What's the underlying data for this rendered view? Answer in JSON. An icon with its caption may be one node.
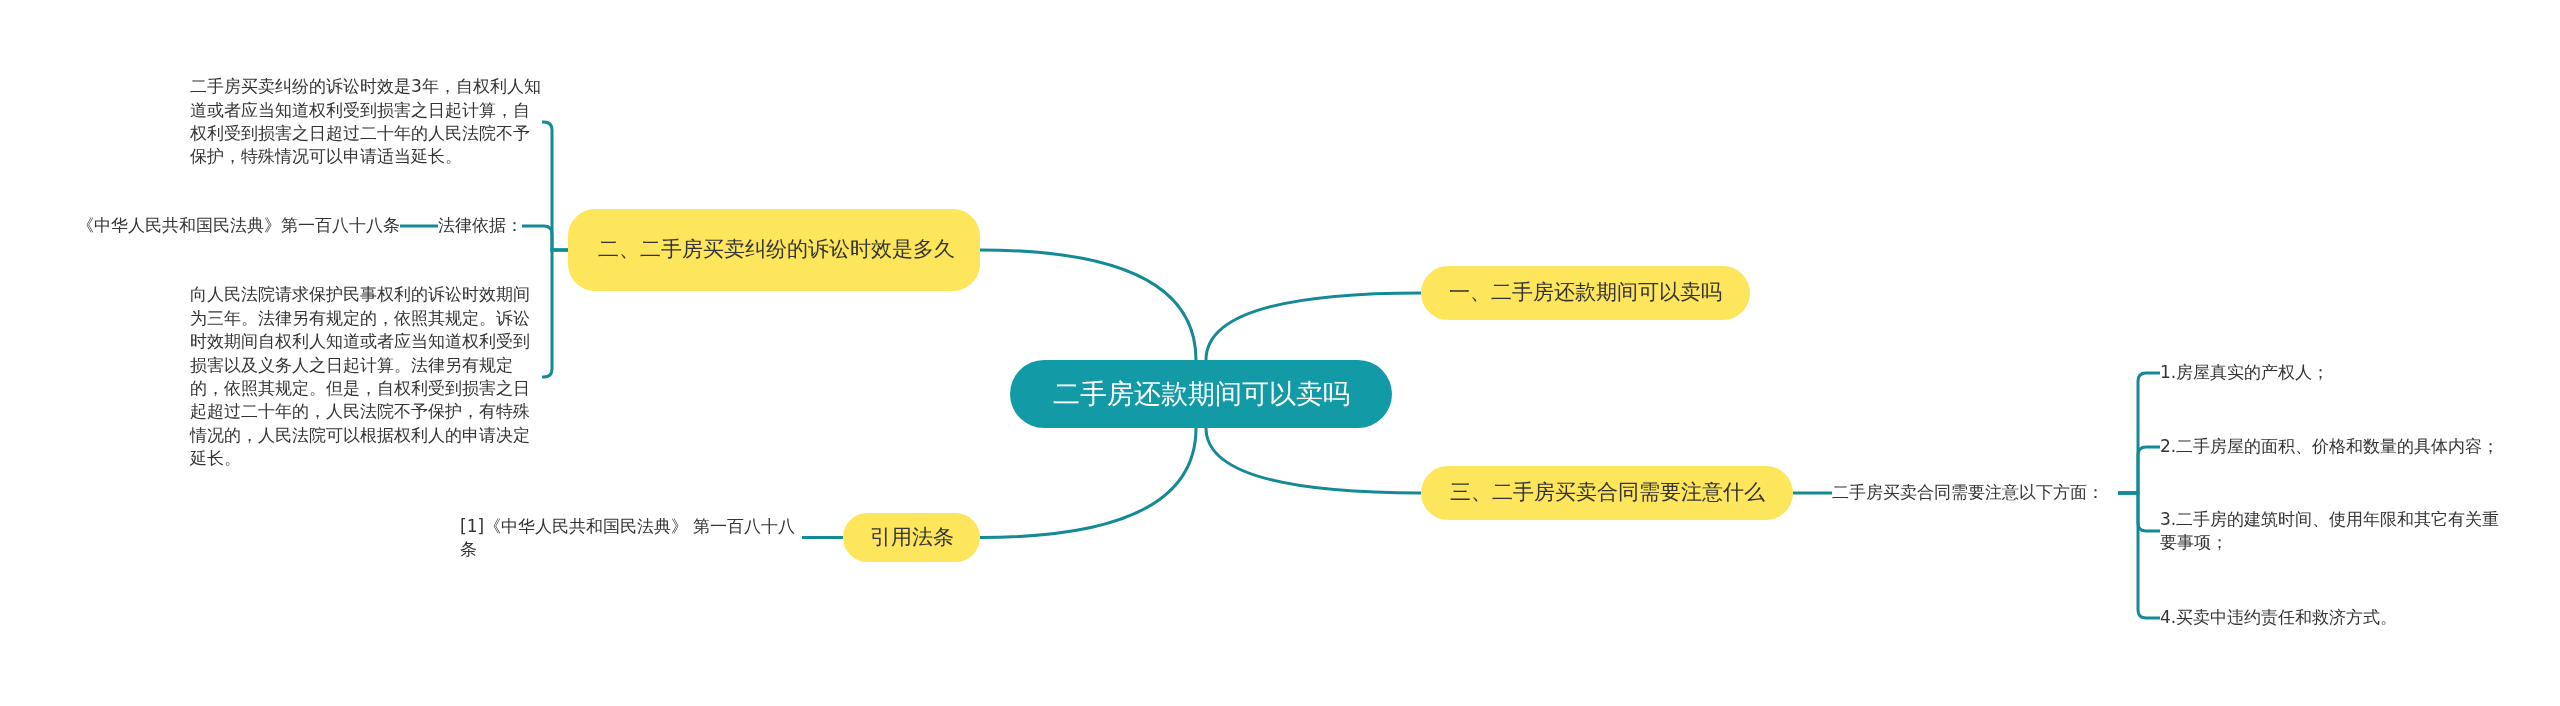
{
  "diagram": {
    "nodes": [
      {
        "text": [
          "二手房还款期间可以卖吗"
        ]
      },
      {
        "text": [
          "一、二手房还款期间可以卖吗"
        ]
      },
      {
        "text": [
          "三、二手房买卖合同需要注意什么"
        ]
      },
      {
        "text": [
          "二、二手房买卖纠纷的诉讼时效是多久"
        ]
      },
      {
        "text": [
          "引用法条"
        ]
      },
      {
        "text": [
          "二手房买卖纠纷的诉讼时效是3年，自权利人知道或者应当知道权利受到损害之日起计算，自权利受到损害之日超过二十年的人民法院不予保护，特殊情况可以申请适当延长。"
        ]
      },
      {
        "text": [
          "法律依据："
        ]
      },
      {
        "text": [
          "《中华人民共和国民法典》第一百八十八条"
        ]
      },
      {
        "text": [
          "向人民法院请求保护民事权利的诉讼时效期间为三年。法律另有规定的，依照其规定。诉讼时效期间自权利人知道或者应当知道权利受到损害以及义务人之日起计算。法律另有规定的，依照其规定。但是，自权利受到损害之日起超过二十年的，人民法院不予保护，有特殊情况的，人民法院可以根据权利人的申请决定延长。"
        ]
      },
      {
        "text": [
          "[1]《中华人民共和国民法典》 第一百八十八条"
        ]
      },
      {
        "text": [
          "二手房买卖合同需要注意以下方面："
        ]
      },
      {
        "text": [
          "1.房屋真实的产权人；"
        ]
      },
      {
        "text": [
          "2.二手房屋的面积、价格和数量的具体内容；"
        ]
      },
      {
        "text": [
          "3.二手房的建筑时间、使用年限和其它有关重要事项；"
        ]
      },
      {
        "text": [
          "4.买卖中违约责任和救济方式。"
        ]
      }
    ],
    "edges": [
      {
        "from": 0,
        "to": 1,
        "arrow": "none"
      },
      {
        "from": 0,
        "to": 2,
        "arrow": "none"
      },
      {
        "from": 0,
        "to": 3,
        "arrow": "none"
      },
      {
        "from": 0,
        "to": 4,
        "arrow": "none"
      },
      {
        "from": 3,
        "to": 5,
        "arrow": "none"
      },
      {
        "from": 3,
        "to": 6,
        "arrow": "none"
      },
      {
        "from": 3,
        "to": 8,
        "arrow": "none"
      },
      {
        "from": 6,
        "to": 7,
        "arrow": "none"
      },
      {
        "from": 4,
        "to": 9,
        "arrow": "none"
      },
      {
        "from": 2,
        "to": 10,
        "arrow": "none"
      },
      {
        "from": 10,
        "to": 11,
        "arrow": "none"
      },
      {
        "from": 10,
        "to": 12,
        "arrow": "none"
      },
      {
        "from": 10,
        "to": 13,
        "arrow": "none"
      },
      {
        "from": 10,
        "to": 14,
        "arrow": "none"
      }
    ]
  }
}
